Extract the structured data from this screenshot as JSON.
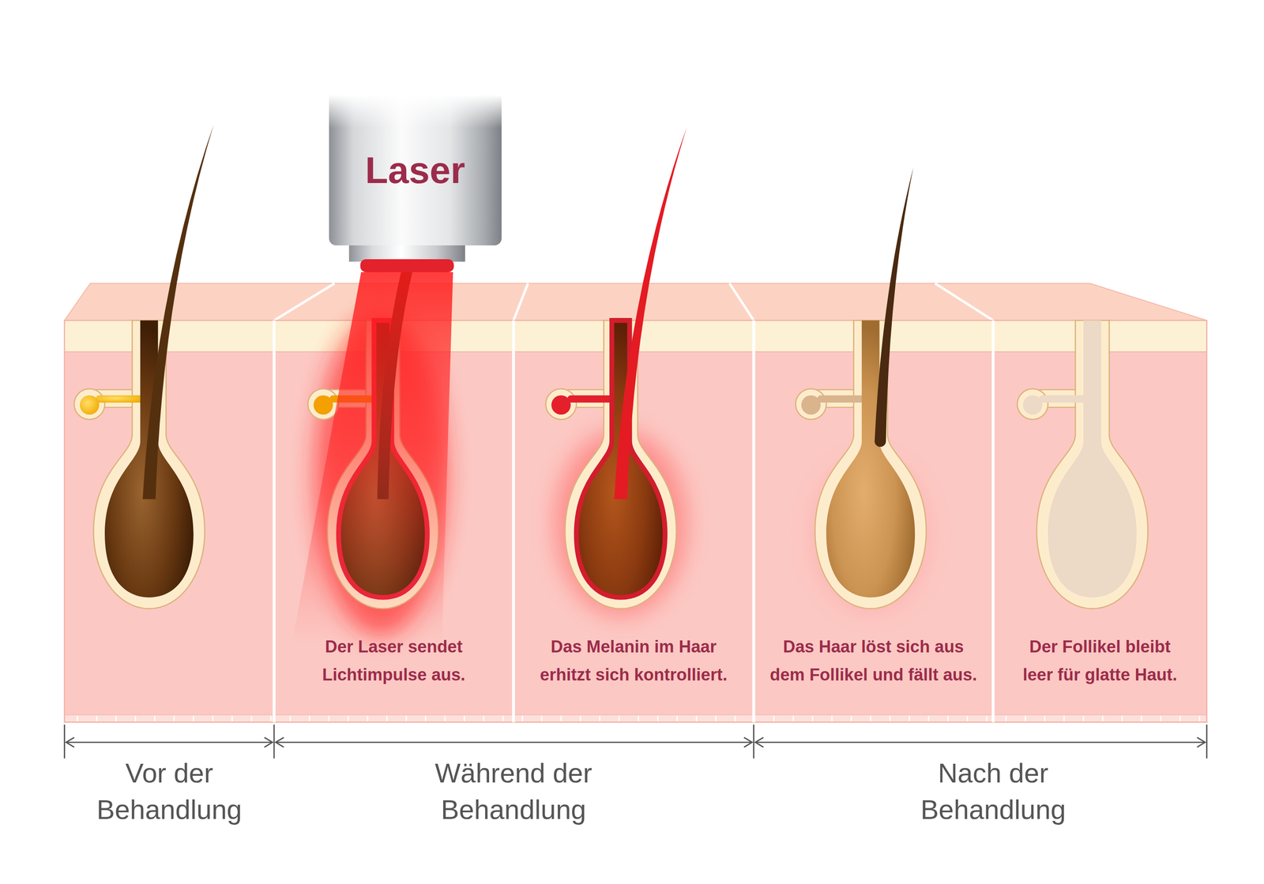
{
  "diagram": {
    "nodes": [
      {
        "text": [
          "Laser"
        ]
      },
      {
        "text": [
          "Der Laser sendet Lichtimpulse aus."
        ]
      },
      {
        "text": [
          "Das Melanin im Haar erhitzt sich kontrolliert."
        ]
      },
      {
        "text": [
          "Das Haar löst sich aus dem Follikel und fällt aus."
        ]
      },
      {
        "text": [
          "Der Follikel bleibt leer für glatte Haut."
        ]
      }
    ],
    "labels": [
      "Vor der Behandlung",
      "Während der Behandlung",
      "Nach der Behandlung"
    ]
  }
}
